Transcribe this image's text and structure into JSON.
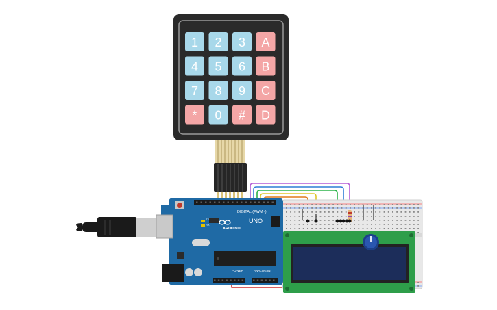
{
  "keypad": {
    "keys": [
      {
        "label": "1",
        "kind": "number"
      },
      {
        "label": "2",
        "kind": "number"
      },
      {
        "label": "3",
        "kind": "number"
      },
      {
        "label": "A",
        "kind": "letter"
      },
      {
        "label": "4",
        "kind": "number"
      },
      {
        "label": "5",
        "kind": "number"
      },
      {
        "label": "6",
        "kind": "number"
      },
      {
        "label": "B",
        "kind": "letter"
      },
      {
        "label": "7",
        "kind": "number"
      },
      {
        "label": "8",
        "kind": "number"
      },
      {
        "label": "9",
        "kind": "number"
      },
      {
        "label": "C",
        "kind": "letter"
      },
      {
        "label": "*",
        "kind": "symbol"
      },
      {
        "label": "0",
        "kind": "number"
      },
      {
        "label": "#",
        "kind": "symbol"
      },
      {
        "label": "D",
        "kind": "letter"
      }
    ]
  },
  "arduino": {
    "brand": "ARDUINO",
    "model": "UNO",
    "digital_label": "DIGITAL (PWM~)",
    "power_label": "POWER",
    "analog_label": "ANALOG IN",
    "tx_label": "TX",
    "rx_label": "RX"
  },
  "colors": {
    "key_blue": "#a8d8ea",
    "key_red": "#f4a6a6",
    "keypad_body": "#2a2a2a",
    "arduino_blue": "#1f6aa5",
    "lcd_green": "#2e9e4a",
    "lcd_screen": "#1c2d5a",
    "breadboard": "#e8e8e8",
    "wires": [
      "#b35dd6",
      "#2f7fd6",
      "#2cb34a",
      "#e0c62a",
      "#e07b1a"
    ]
  },
  "icons": {
    "usb": "usb-cable-icon",
    "potentiometer": "potentiometer-icon",
    "reset": "reset-button-icon"
  }
}
